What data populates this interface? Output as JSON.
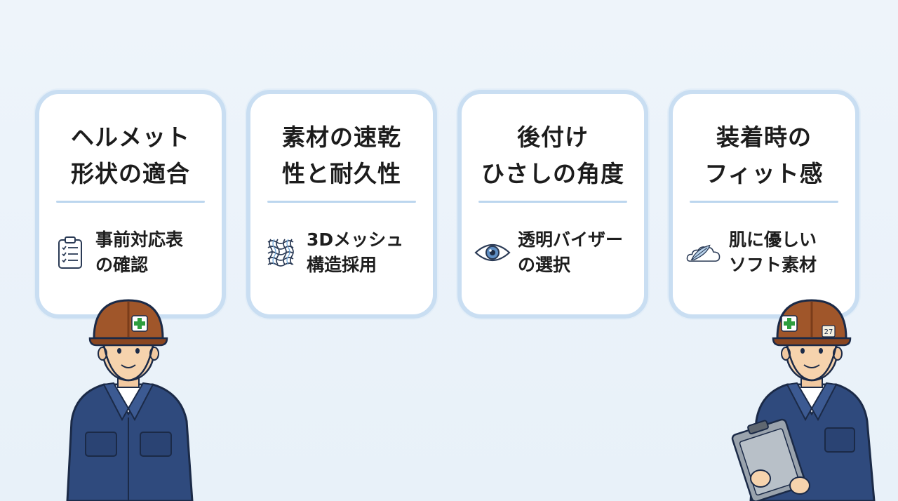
{
  "cards": [
    {
      "title_lines": [
        "ヘルメット",
        "形状の適合"
      ],
      "icon": "clipboard-checklist-icon",
      "feature_lines": [
        "事前対応表",
        "の確認"
      ]
    },
    {
      "title_lines": [
        "素材の速乾",
        "性と耐久性"
      ],
      "icon": "mesh-fabric-icon",
      "feature_lines": [
        "3Dメッシュ",
        "構造採用"
      ]
    },
    {
      "title_lines": [
        "後付け",
        "ひさしの角度"
      ],
      "icon": "eye-icon",
      "feature_lines": [
        "透明バイザー",
        "の選択"
      ]
    },
    {
      "title_lines": [
        "装着時の",
        "フィット感"
      ],
      "icon": "feather-cloud-icon",
      "feature_lines": [
        "肌に優しい",
        "ソフト素材"
      ]
    }
  ],
  "workers": {
    "left": "worker-left-illustration",
    "right": "worker-right-with-clipboard-illustration",
    "helmet_number": "27"
  },
  "colors": {
    "background": "#eef4fa",
    "card_border": "#c9def2",
    "divider": "#bcd6ee",
    "uniform": "#2f4a7d",
    "helmet": "#a0562a",
    "cross": "#2e9e3e"
  }
}
